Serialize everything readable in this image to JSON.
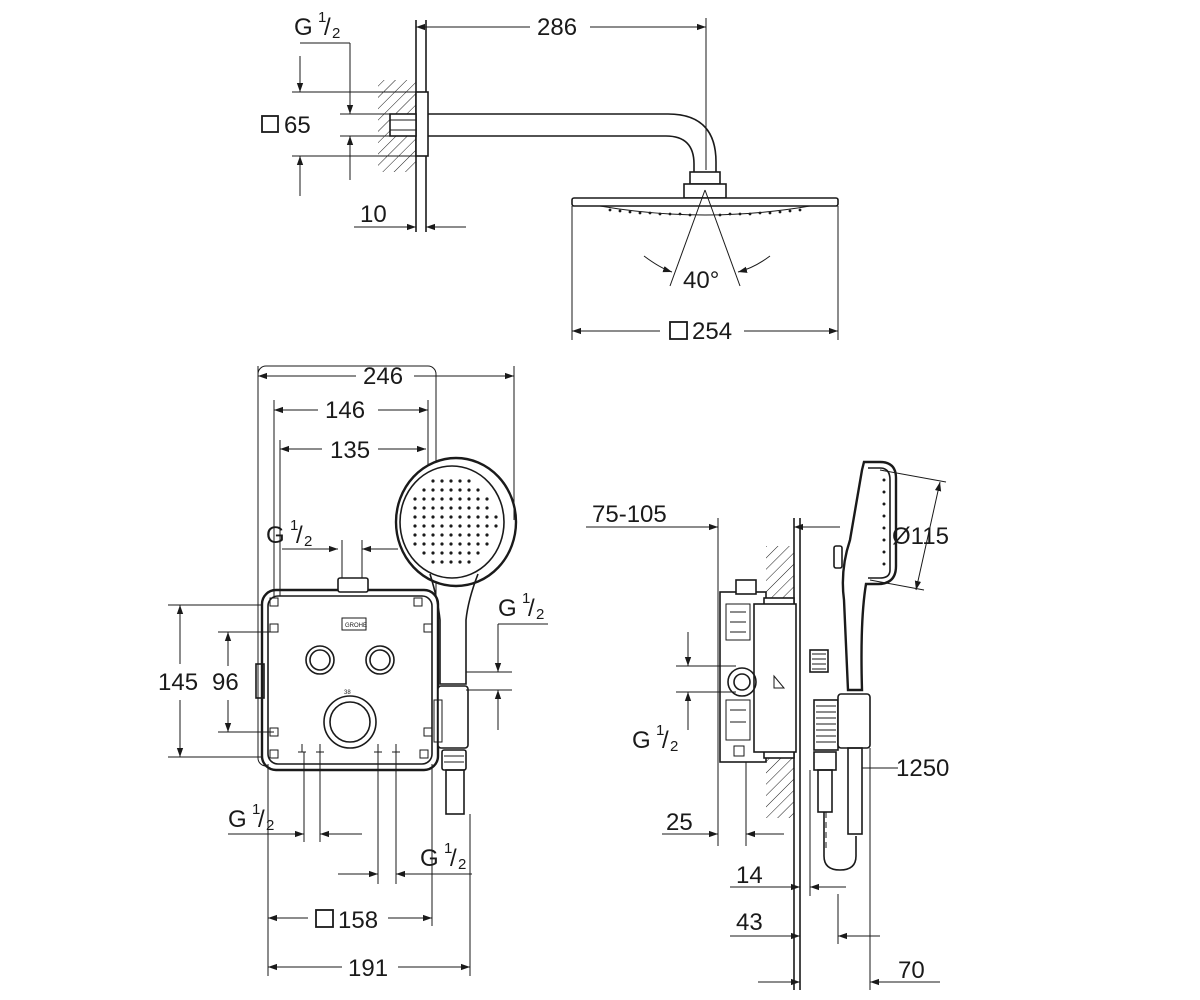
{
  "dimensions": {
    "top_width": "286",
    "flange_thread_g": "G",
    "flange_thread_num": "1",
    "flange_thread_den": "2",
    "flange_square": "65",
    "flange_depth": "10",
    "spray_angle": "40°",
    "head_square": "254",
    "total_width": "246",
    "hand_offset": "146",
    "hook_offset": "135",
    "outlet_thread_g": "G",
    "outlet_thread_num": "1",
    "outlet_thread_den": "2",
    "hose_thread_g": "G",
    "hose_thread_num": "1",
    "hose_thread_den": "2",
    "box_height": "145",
    "inner_height": "96",
    "inlet_left_g": "G",
    "inlet_left_num": "1",
    "inlet_left_den": "2",
    "inlet_right_g": "G",
    "inlet_right_num": "1",
    "inlet_right_den": "2",
    "plate_square": "158",
    "box_width": "191",
    "wall_depth": "75-105",
    "hand_diameter": "Ø115",
    "side_thread_g": "G",
    "side_thread_num": "1",
    "side_thread_den": "2",
    "hose_length": "1250",
    "plate_depth": "25",
    "cover_depth": "14",
    "holder_depth": "43",
    "holder_width": "70"
  },
  "brand_mark": "GROHE"
}
